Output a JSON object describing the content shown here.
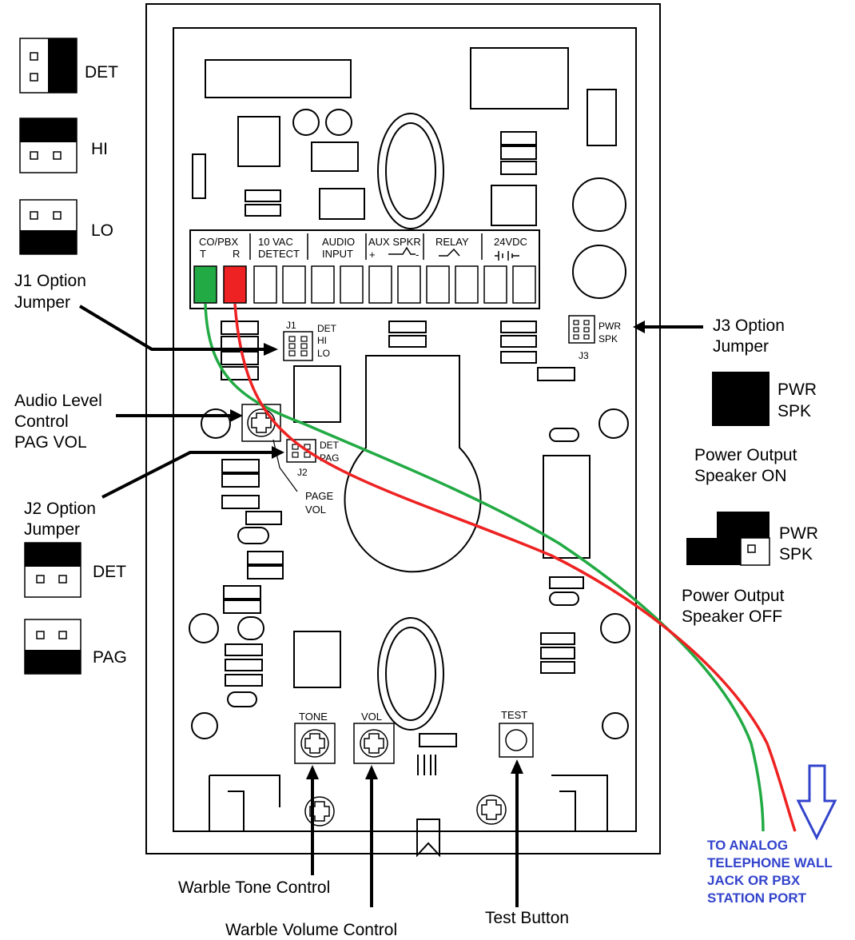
{
  "terminal_strip": {
    "co_pbx": "CO/PBX",
    "t": "T",
    "r": "R",
    "vac_line1": "10 VAC",
    "vac_line2": "DETECT",
    "audio_line1": "AUDIO",
    "audio_line2": "INPUT",
    "aux_spkr": "AUX SPKR",
    "plus": "+",
    "minus": "-",
    "relay": "RELAY",
    "dc": "24VDC"
  },
  "board": {
    "j1_label": "J1",
    "j1_det": "DET",
    "j1_hi": "HI",
    "j1_lo": "LO",
    "j2_label": "J2",
    "j2_det": "DET",
    "j2_pag": "PAG",
    "j3_label": "J3",
    "j3_pwr": "PWR",
    "j3_spk": "SPK",
    "page_line1": "PAGE",
    "page_line2": "VOL",
    "tone": "TONE",
    "vol": "VOL",
    "test": "TEST"
  },
  "j1_legend": {
    "det": "DET",
    "hi": "HI",
    "lo": "LO"
  },
  "j2_legend": {
    "det": "DET",
    "pag": "PAG"
  },
  "j3_legend": {
    "pwr_on": "PWR",
    "spk_on": "SPK",
    "caption_on_1": "Power Output",
    "caption_on_2": "Speaker ON",
    "pwr_off": "PWR",
    "spk_off": "SPK",
    "caption_off_1": "Power Output",
    "caption_off_2": "Speaker OFF"
  },
  "callouts": {
    "j1_line1": "J1 Option",
    "j1_line2": "Jumper",
    "audio_line1": "Audio Level",
    "audio_line2": "Control",
    "audio_line3": "PAG VOL",
    "j2_line1": "J2 Option",
    "j2_line2": "Jumper",
    "j3_line1": "J3 Option",
    "j3_line2": "Jumper",
    "warble_tone": "Warble Tone Control",
    "warble_volume": "Warble Volume Control",
    "test_button": "Test Button"
  },
  "destination": {
    "line1": "TO ANALOG",
    "line2": "TELEPHONE WALL",
    "line3": "JACK OR PBX",
    "line4": "STATION PORT"
  },
  "colors": {
    "tip_wire": "#22aa44",
    "ring_wire": "#ee2222",
    "destination_text": "#3344cc"
  }
}
